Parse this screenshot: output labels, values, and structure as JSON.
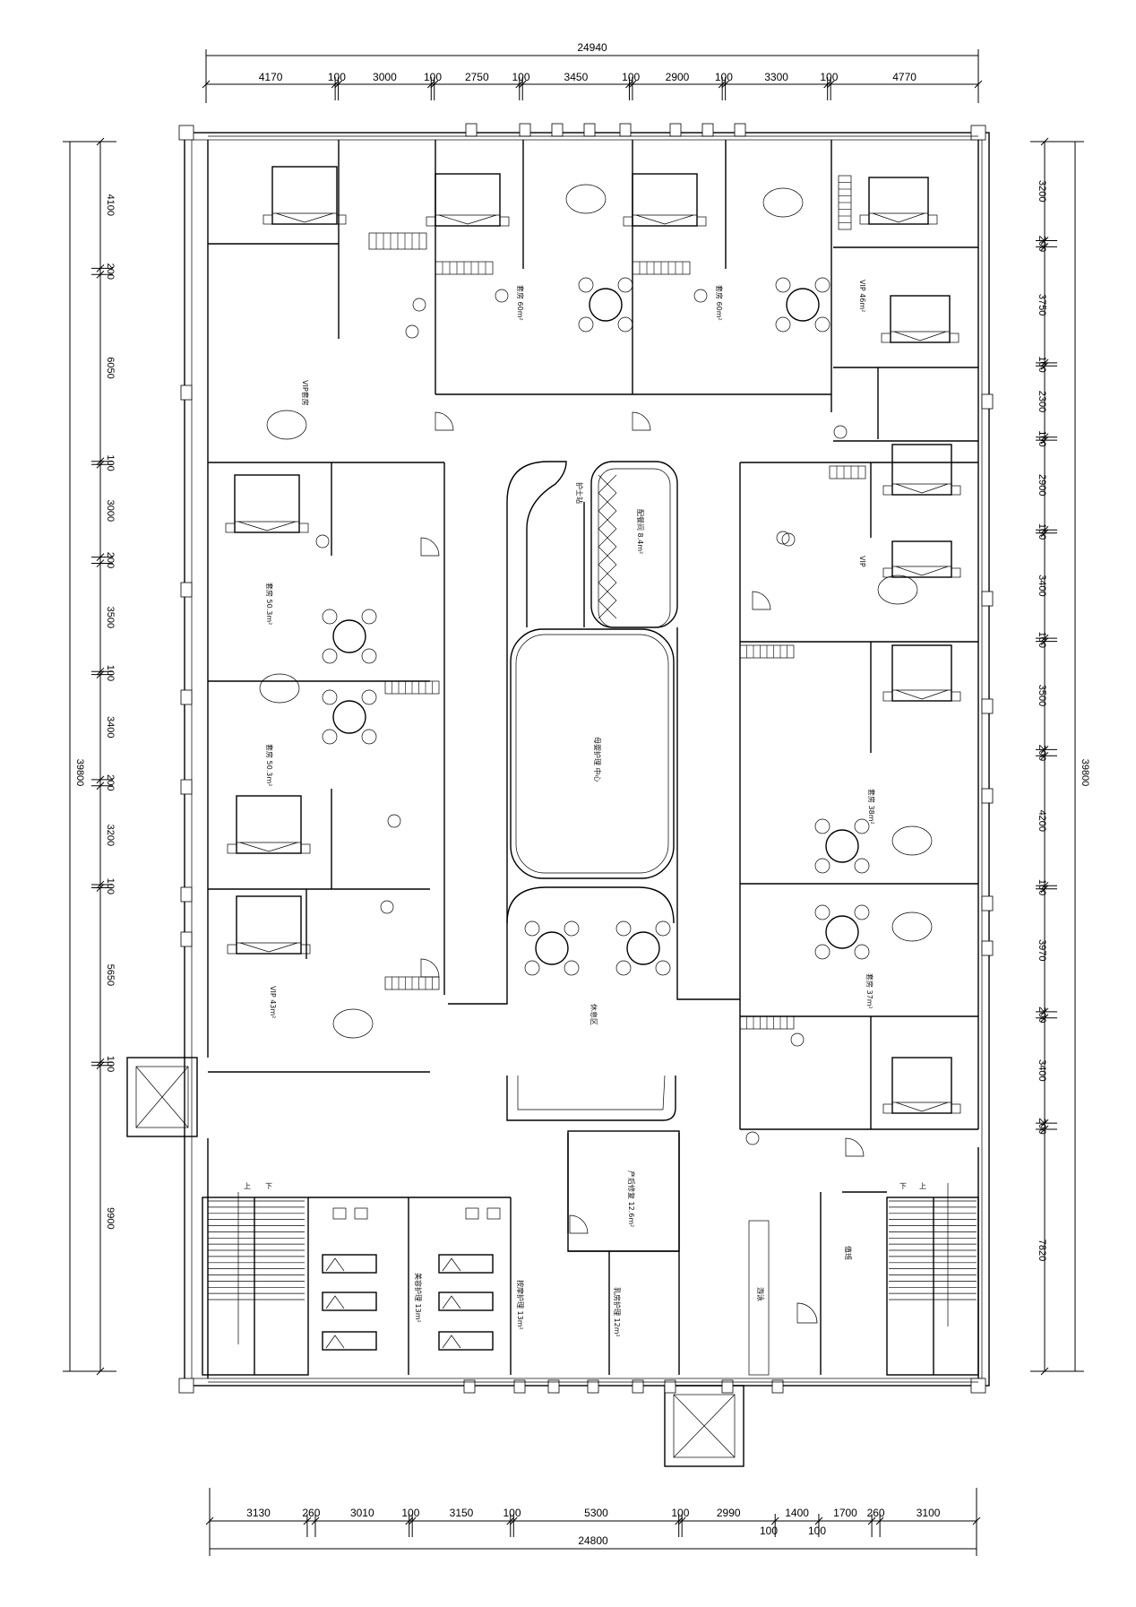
{
  "dimensions": {
    "top_total": "24940",
    "top_segments": [
      "4170",
      "100",
      "3000",
      "100",
      "2750",
      "100",
      "3450",
      "100",
      "2900",
      "100",
      "3300",
      "100",
      "4770"
    ],
    "bottom_total": "24800",
    "bottom_segments": [
      "3130",
      "260",
      "3010",
      "100",
      "3150",
      "100",
      "5300",
      "100",
      "2990",
      "1400",
      "1700",
      "260",
      "3100"
    ],
    "bottom_sub": [
      "100",
      "100"
    ],
    "left_total": "39800",
    "left_segments": [
      "4100",
      "200",
      "6050",
      "100",
      "3000",
      "200",
      "3500",
      "100",
      "3400",
      "200",
      "3200",
      "100",
      "5650",
      "100",
      "9900"
    ],
    "right_total": "39800",
    "right_segments": [
      "3200",
      "200",
      "3750",
      "100",
      "2300",
      "100",
      "2900",
      "100",
      "3400",
      "100",
      "3500",
      "200",
      "4200",
      "100",
      "3970",
      "200",
      "3400",
      "200",
      "7820"
    ]
  },
  "rooms": [
    {
      "name": "套房 60m²"
    },
    {
      "name": "套房 60m²"
    },
    {
      "name": "VIP 46m²"
    },
    {
      "name": "VIP套房"
    },
    {
      "name": "套房 50.3m²"
    },
    {
      "name": "套房 50.3m²"
    },
    {
      "name": "VIP 43m²"
    },
    {
      "name": "VIP"
    },
    {
      "name": "套房 38m²"
    },
    {
      "name": "套房 37m²"
    },
    {
      "name": "护士站"
    },
    {
      "name": "配餐间 8.4m²"
    },
    {
      "name": "母婴护理 中心"
    },
    {
      "name": "休息区"
    },
    {
      "name": "产后修复 12.6m²"
    },
    {
      "name": "美容护理 13m²"
    },
    {
      "name": "按摩护理 13m²"
    },
    {
      "name": "乳房护理 12m²"
    },
    {
      "name": "游泳"
    },
    {
      "name": "值班"
    }
  ],
  "stair_labels": [
    "上",
    "下"
  ],
  "icons": [
    "elevator-icon",
    "stair-icon",
    "bed-icon",
    "table-chairs-icon",
    "toilet-icon",
    "sink-icon",
    "door-swing-icon"
  ]
}
